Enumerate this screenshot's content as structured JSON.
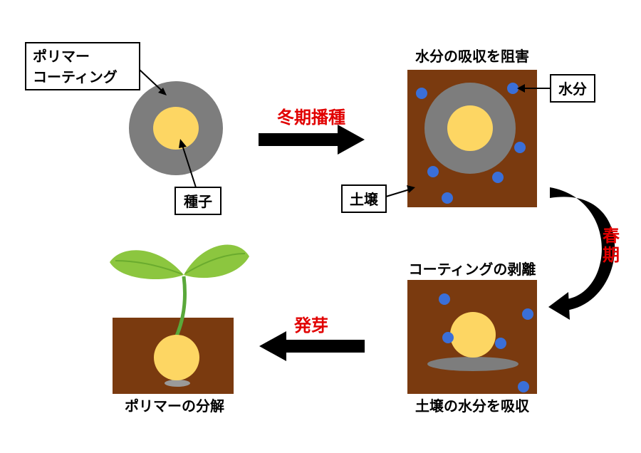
{
  "labels": {
    "polymer_line1": "ポリマー",
    "polymer_line2": "コーティング",
    "seed": "種子",
    "winter_sowing": "冬期播種",
    "blocks_water": "水分の吸収を阻害",
    "water": "水分",
    "soil": "土壌",
    "spring_char1": "春",
    "spring_char2": "期",
    "coating_peel": "コーティングの剥離",
    "soil_water_absorb": "土壌の水分を吸収",
    "germination": "発芽",
    "polymer_decompose": "ポリマーの分解"
  },
  "colors": {
    "soil": "#7a3a0f",
    "coating": "#7d7d7d",
    "seed": "#fdd663",
    "water": "#3a6fd8",
    "arrow": "#000000",
    "emphasis_text": "#e10000",
    "leaf_light": "#8cc63f",
    "leaf_dark": "#6aab2e",
    "stem": "#5aa83a"
  }
}
